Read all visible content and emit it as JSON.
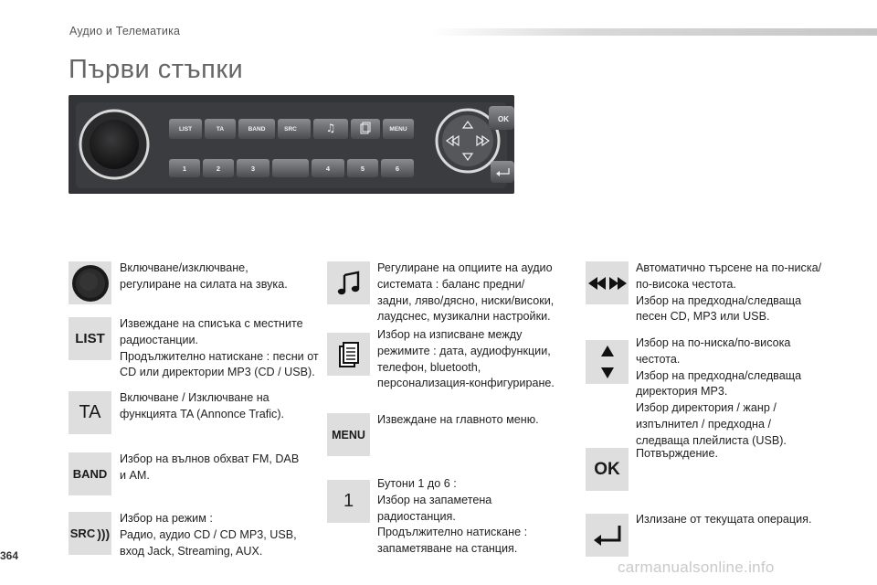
{
  "header": {
    "section": "Аудио и Телематика",
    "title": "Първи стъпки"
  },
  "panel": {
    "buttons": [
      "LIST",
      "TA",
      "BAND",
      "SRC"
    ],
    "menu": "MENU",
    "presets": [
      "1",
      "2",
      "3",
      "4",
      "5",
      "6"
    ],
    "ok": "OK"
  },
  "items": [
    {
      "icon": "ЁЯ",
      "label": "",
      "text": [
        "Включване/изключване,",
        "регулиране на силата на звука."
      ]
    },
    {
      "icon": "list",
      "label": "LIST",
      "text": [
        "Извеждане на списъка с местните",
        "радиостанции.",
        "Продължително натискане : песни от",
        "CD или директории MP3 (CD / USB)."
      ]
    },
    {
      "icon": "ta",
      "label": "TA",
      "text": [
        "Включване / Изключване на",
        "функцията TA (Annonce Trafic)."
      ]
    },
    {
      "icon": "band",
      "label": "BAND",
      "text": [
        "Избор на вълнов обхват FM, DAB",
        "и AM."
      ]
    },
    {
      "icon": "src",
      "label": "SRC",
      "text": [
        "Избор на режим :",
        "Радио, аудио CD / CD MP3, USB,",
        "вход Jack, Streaming, AUX."
      ]
    },
    {
      "icon": "music",
      "label": "",
      "text": [
        "Регулиране на опциите на аудио",
        "системата : баланс предни/",
        "задни, ляво/дясно, ниски/високи,",
        "лаудснес, музикални настройки."
      ]
    },
    {
      "icon": "pages",
      "label": "",
      "text": [
        "Избор на изписване между",
        "режимите : дата, аудиофункции,",
        "телефон, bluetooth,",
        "персонализация-конфигуриране."
      ]
    },
    {
      "icon": "menu",
      "label": "MENU",
      "text": [
        "Извеждане на главното меню."
      ]
    },
    {
      "icon": "one",
      "label": "1",
      "text": [
        "Бутони 1 до 6 :",
        "Избор на запаметена",
        "радиостанция.",
        "Продължително натискане :",
        "запаметяване на станция."
      ]
    },
    {
      "icon": "seek",
      "label": "",
      "text": [
        "Автоматично търсене на по-ниска/",
        "по-висока честота.",
        "Избор на предходна/следваща",
        "песен CD, MP3 или USB."
      ]
    },
    {
      "icon": "updown",
      "label": "",
      "text": [
        "Избор на по-ниска/по-висока",
        "честота.",
        "Избор на предходна/следваща",
        "директория MP3.",
        "Избор директория / жанр /",
        "изпълнител / предходна /",
        "следваща плейлиста (USB)."
      ]
    },
    {
      "icon": "ok",
      "label": "OK",
      "text": [
        "Потвърждение."
      ]
    },
    {
      "icon": "back",
      "label": "",
      "text": [
        "Излизане от текущата операция."
      ]
    }
  ],
  "footer": {
    "page": "364",
    "watermark": "carmanualsonline.info"
  }
}
